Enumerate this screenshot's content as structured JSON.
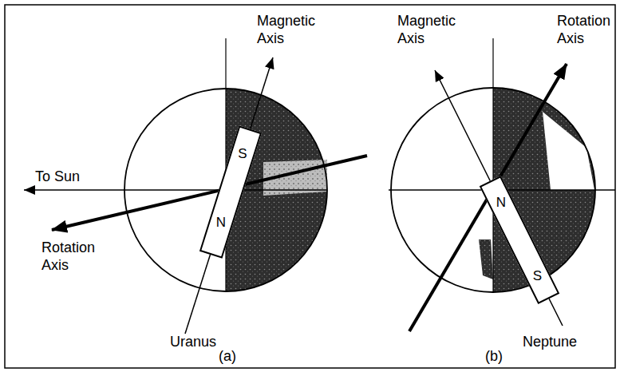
{
  "diagram": {
    "nodes": [
      {
        "text": [
          "S",
          "N"
        ]
      },
      {
        "text": [
          "N",
          "S"
        ]
      }
    ],
    "labels": [
      "Magnetic Axis",
      "To Sun",
      "Rotation Axis",
      "Uranus",
      "(a)",
      "Magnetic Axis",
      "Rotation Axis",
      "Neptune",
      "(b)"
    ]
  }
}
